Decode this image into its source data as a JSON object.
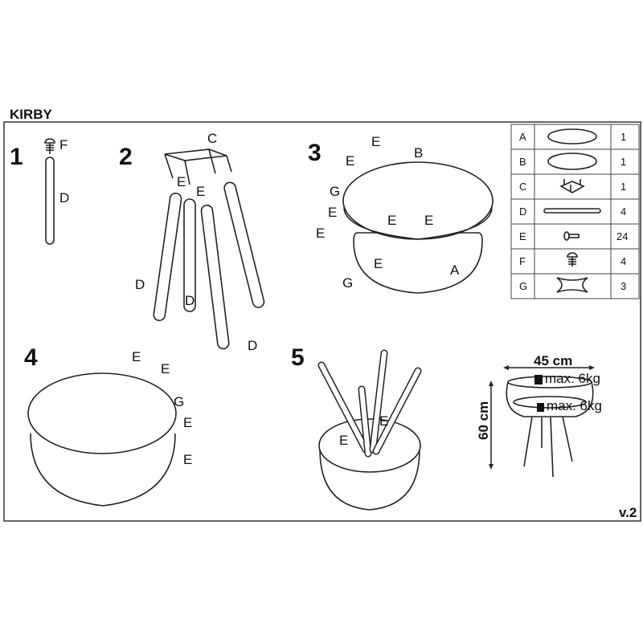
{
  "title": "KIRBY",
  "version": "v.2",
  "steps": [
    {
      "number": "1",
      "labels": [
        "F",
        "D"
      ]
    },
    {
      "number": "2",
      "labels": [
        "C",
        "E",
        "E",
        "D",
        "D",
        "D"
      ]
    },
    {
      "number": "3",
      "labels": [
        "E",
        "E",
        "B",
        "G",
        "E",
        "E",
        "E",
        "E",
        "E",
        "A",
        "G"
      ]
    },
    {
      "number": "4",
      "labels": [
        "E",
        "E",
        "G",
        "E",
        "E"
      ]
    },
    {
      "number": "5",
      "labels": [
        "E",
        "E"
      ]
    }
  ],
  "parts": [
    {
      "id": "A",
      "qty": "1"
    },
    {
      "id": "B",
      "qty": "1"
    },
    {
      "id": "C",
      "qty": "1"
    },
    {
      "id": "D",
      "qty": "4"
    },
    {
      "id": "E",
      "qty": "24"
    },
    {
      "id": "F",
      "qty": "4"
    },
    {
      "id": "G",
      "qty": "3"
    }
  ],
  "dimensions": {
    "width": "45 cm",
    "height": "60 cm",
    "max_load_top": "max. 6kg",
    "max_load_shelf": "max. 6kg"
  }
}
